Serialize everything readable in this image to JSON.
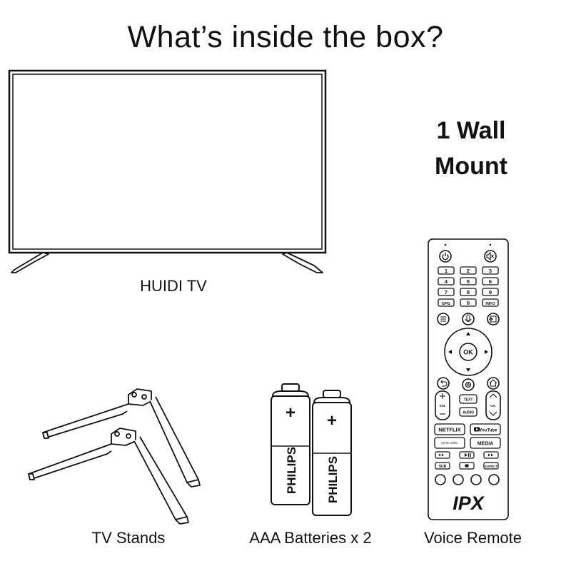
{
  "header": {
    "title": "What’s inside the box?"
  },
  "mount": {
    "line1": "1 Wall",
    "line2": "Mount"
  },
  "captions": {
    "tv": "HUIDI TV",
    "stands": "TV Stands",
    "batteries": "AAA Batteries x 2",
    "remote": "Voice Remote"
  },
  "battery": {
    "brand": "PHILIPS",
    "polarity": "+"
  },
  "remote": {
    "numbers": [
      "1",
      "2",
      "3",
      "4",
      "5",
      "6",
      "7",
      "8",
      "9"
    ],
    "epg": "EPG",
    "zero": "0",
    "info": "INFO",
    "ok": "OK",
    "vol": "VOL",
    "ch": "CH.",
    "text": "TEXT",
    "audio": "AUDIO",
    "netflix": "NETFLIX",
    "youtube": "YouTube",
    "prime": "prime video",
    "media": "MEDIA",
    "sub": "SUB",
    "aspect": "ASPECT",
    "brand": "IPX"
  }
}
